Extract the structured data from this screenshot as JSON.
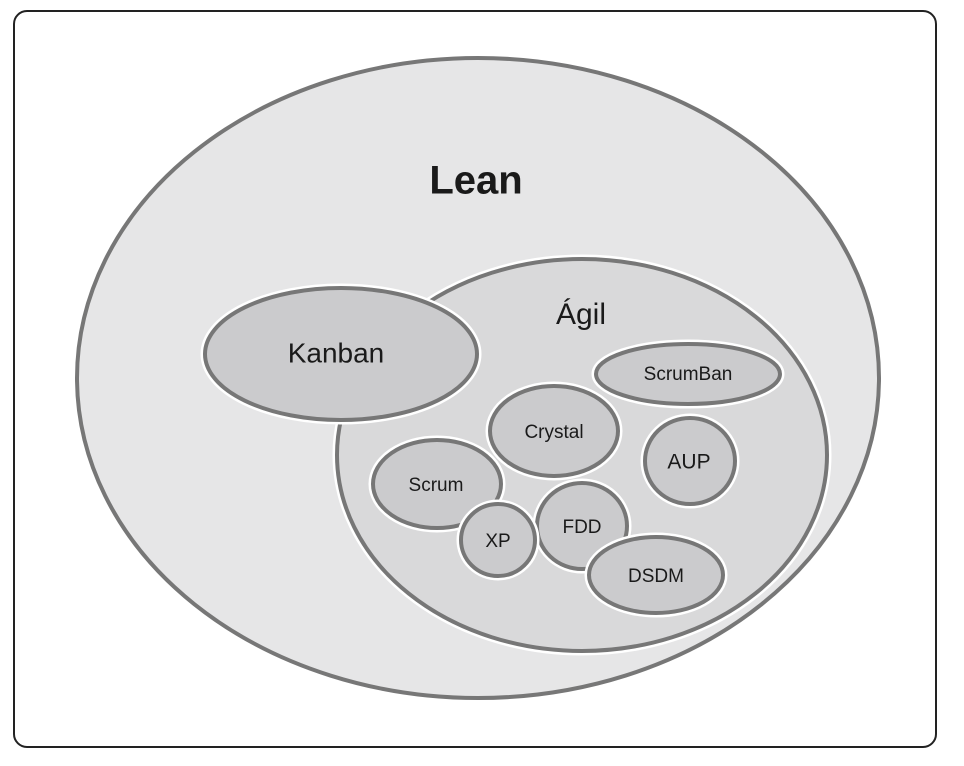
{
  "diagram": {
    "lean": "Lean",
    "agil": "Ágil",
    "kanban": "Kanban",
    "scrumban": "ScrumBan",
    "crystal": "Crystal",
    "aup": "AUP",
    "scrum": "Scrum",
    "xp": "XP",
    "fdd": "FDD",
    "dsdm": "DSDM"
  },
  "colors": {
    "outer_fill": "#e6e6e7",
    "agil_fill": "#d9d9da",
    "method_fill": "#cbcbcd",
    "ring": "#777777",
    "frame": "#222222"
  }
}
